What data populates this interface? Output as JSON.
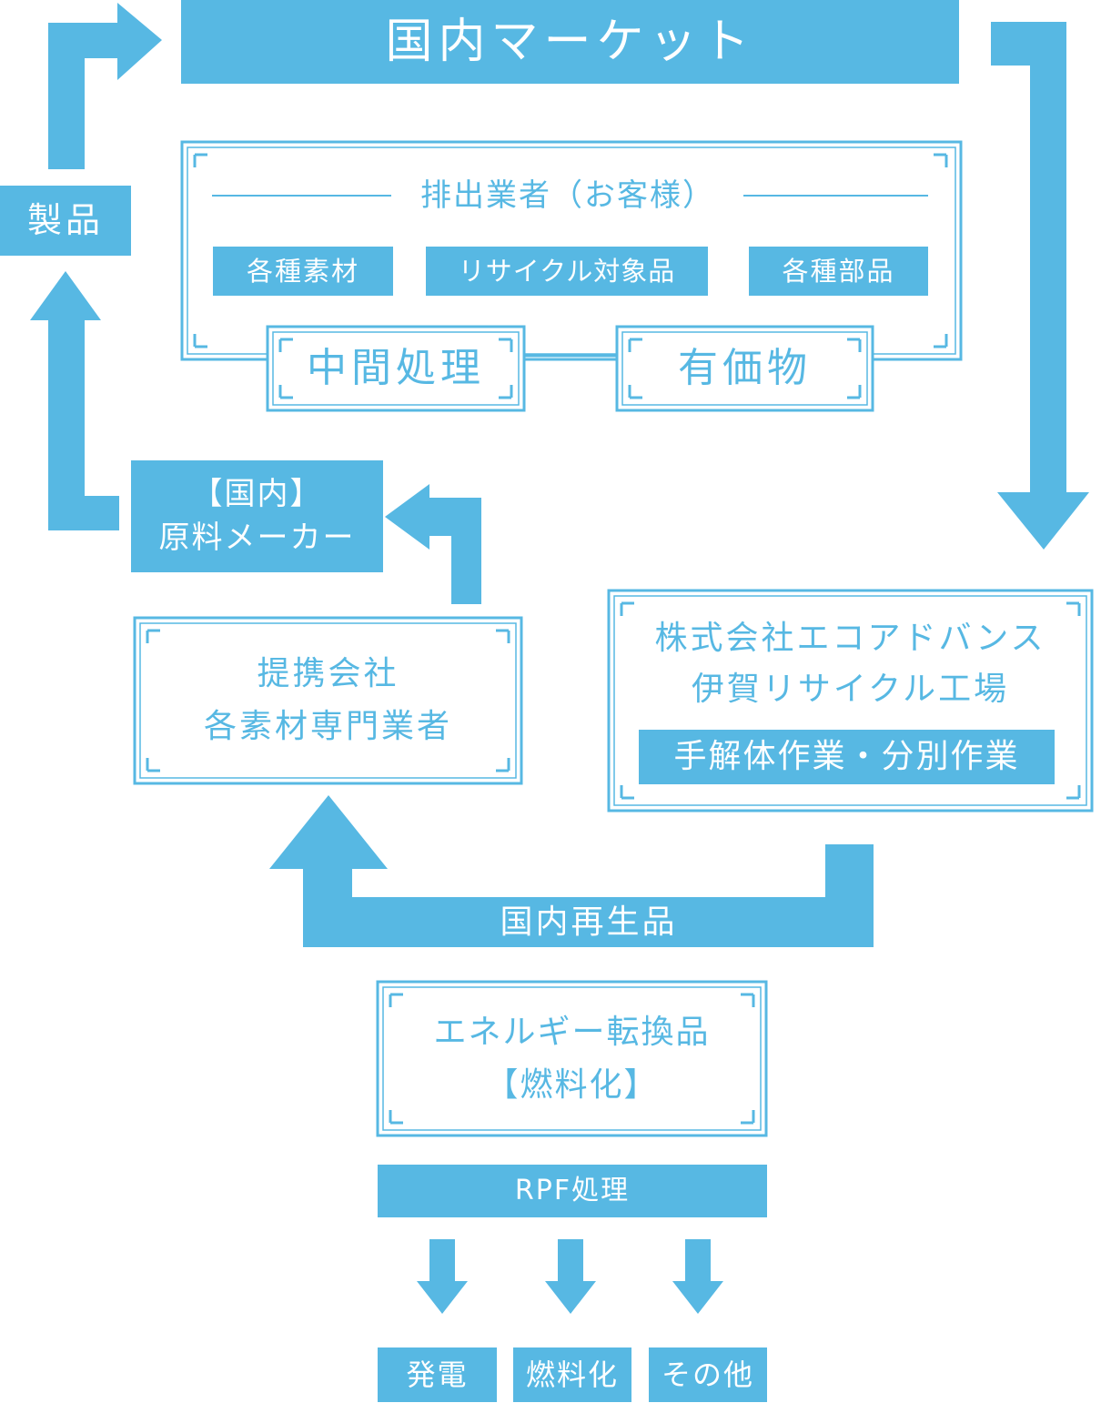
{
  "colors": {
    "accent": "#57b8e3",
    "background": "#ffffff",
    "text_on_fill": "#ffffff"
  },
  "market": {
    "label": "国内マーケット"
  },
  "product": {
    "label": "製品"
  },
  "discharger": {
    "title": "排出業者（お客様）",
    "items": [
      "各種素材",
      "リサイクル対象品",
      "各種部品"
    ]
  },
  "intermediate": {
    "label": "中間処理"
  },
  "valuables": {
    "label": "有価物"
  },
  "maker": {
    "line1": "【国内】",
    "line2": "原料メーカー"
  },
  "partner": {
    "line1": "提携会社",
    "line2": "各素材専門業者"
  },
  "ecoadvance": {
    "line1": "株式会社エコアドバンス",
    "line2": "伊賀リサイクル工場",
    "work": "手解体作業・分別作業"
  },
  "domestic_recycled": {
    "label": "国内再生品"
  },
  "energy": {
    "line1": "エネルギー転換品",
    "line2": "【燃料化】"
  },
  "rpf": {
    "label": "RPF処理"
  },
  "outputs": [
    "発電",
    "燃料化",
    "その他"
  ]
}
